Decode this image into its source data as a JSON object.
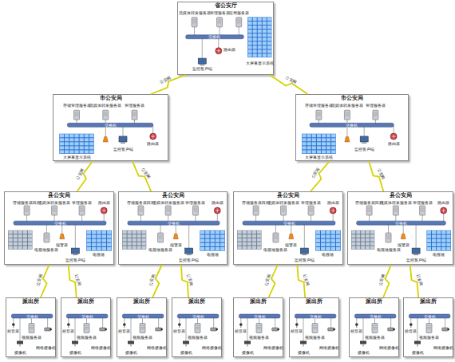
{
  "diagram": {
    "nodes": [
      {
        "text": [
          "省公安厅"
        ]
      },
      {
        "text": [
          "市公安局"
        ]
      },
      {
        "text": [
          "市公安局"
        ]
      },
      {
        "text": [
          "县公安局"
        ]
      },
      {
        "text": [
          "县公安局"
        ]
      },
      {
        "text": [
          "县公安局"
        ]
      },
      {
        "text": [
          "县公安局"
        ]
      },
      {
        "text": [
          "派出所"
        ]
      },
      {
        "text": [
          "派出所"
        ]
      },
      {
        "text": [
          "派出所"
        ]
      },
      {
        "text": [
          "派出所"
        ]
      },
      {
        "text": [
          "派出所"
        ]
      },
      {
        "text": [
          "派出所"
        ]
      },
      {
        "text": [
          "派出所"
        ]
      },
      {
        "text": [
          "派出所"
        ]
      }
    ],
    "edges": [
      {
        "from": 0,
        "to": 1,
        "arrow": "none",
        "label": "公安网"
      },
      {
        "from": 0,
        "to": 2,
        "arrow": "none",
        "label": "公安网"
      },
      {
        "from": 1,
        "to": 3,
        "arrow": "none",
        "label": "公安网"
      },
      {
        "from": 1,
        "to": 4,
        "arrow": "none",
        "label": "公安网"
      },
      {
        "from": 2,
        "to": 5,
        "arrow": "none",
        "label": "公安网"
      },
      {
        "from": 2,
        "to": 6,
        "arrow": "none",
        "label": "公安网"
      },
      {
        "from": 3,
        "to": 7,
        "arrow": "none",
        "label": "公安网"
      },
      {
        "from": 3,
        "to": 8,
        "arrow": "none",
        "label": "公安网"
      },
      {
        "from": 4,
        "to": 9,
        "arrow": "none",
        "label": "公安网"
      },
      {
        "from": 4,
        "to": 10,
        "arrow": "none",
        "label": "公安网"
      },
      {
        "from": 5,
        "to": 11,
        "arrow": "none",
        "label": "公安网"
      },
      {
        "from": 5,
        "to": 12,
        "arrow": "none",
        "label": "公安网"
      },
      {
        "from": 6,
        "to": 13,
        "arrow": "none",
        "label": "公安网"
      },
      {
        "from": 6,
        "to": 14,
        "arrow": "none",
        "label": "公安网"
      }
    ],
    "labels": [
      "流媒体转发服务器",
      "管理服务器",
      "应用服务器",
      "交换机",
      "路由器",
      "监控客户端",
      "大屏幕显示系统",
      "存储管理服务器",
      "流媒体转发服务器",
      "管理服务器",
      "交换机",
      "路由器",
      "监控客户端",
      "大屏幕显示系统",
      "存储管理服务器",
      "流媒体转发服务器",
      "管理服务器",
      "交换机",
      "路由器",
      "监控客户端",
      "大屏幕显示系统",
      "存储服务器阵列",
      "流媒体转发服务器",
      "管理服务器",
      "路由器",
      "交换机",
      "电视墙服务器",
      "报警器",
      "监控客户端",
      "电视墙",
      "存储服务器阵列",
      "流媒体转发服务器",
      "管理服务器",
      "路由器",
      "交换机",
      "电视墙服务器",
      "报警器",
      "监控客户端",
      "电视墙",
      "存储服务器阵列",
      "流媒体转发服务器",
      "管理服务器",
      "路由器",
      "交换机",
      "电视墙服务器",
      "报警器",
      "监控客户端",
      "电视墙",
      "存储服务器阵列",
      "流媒体转发服务器",
      "管理服务器",
      "路由器",
      "交换机",
      "电视墙服务器",
      "报警器",
      "监控客户端",
      "电视墙",
      "拾音器",
      "交换机",
      "视频服务器",
      "网络摄像机",
      "摄像机",
      "拾音器",
      "交换机",
      "视频服务器",
      "网络摄像机",
      "摄像机",
      "拾音器",
      "交换机",
      "视频服务器",
      "网络摄像机",
      "摄像机",
      "拾音器",
      "交换机",
      "视频服务器",
      "网络摄像机",
      "摄像机",
      "拾音器",
      "交换机",
      "视频服务器",
      "网络摄像机",
      "摄像机",
      "拾音器",
      "交换机",
      "视频服务器",
      "网络摄像机",
      "摄像机",
      "拾音器",
      "交换机",
      "视频服务器",
      "网络摄像机",
      "摄像机",
      "拾音器",
      "交换机",
      "视频服务器",
      "网络摄像机",
      "摄像机"
    ]
  }
}
